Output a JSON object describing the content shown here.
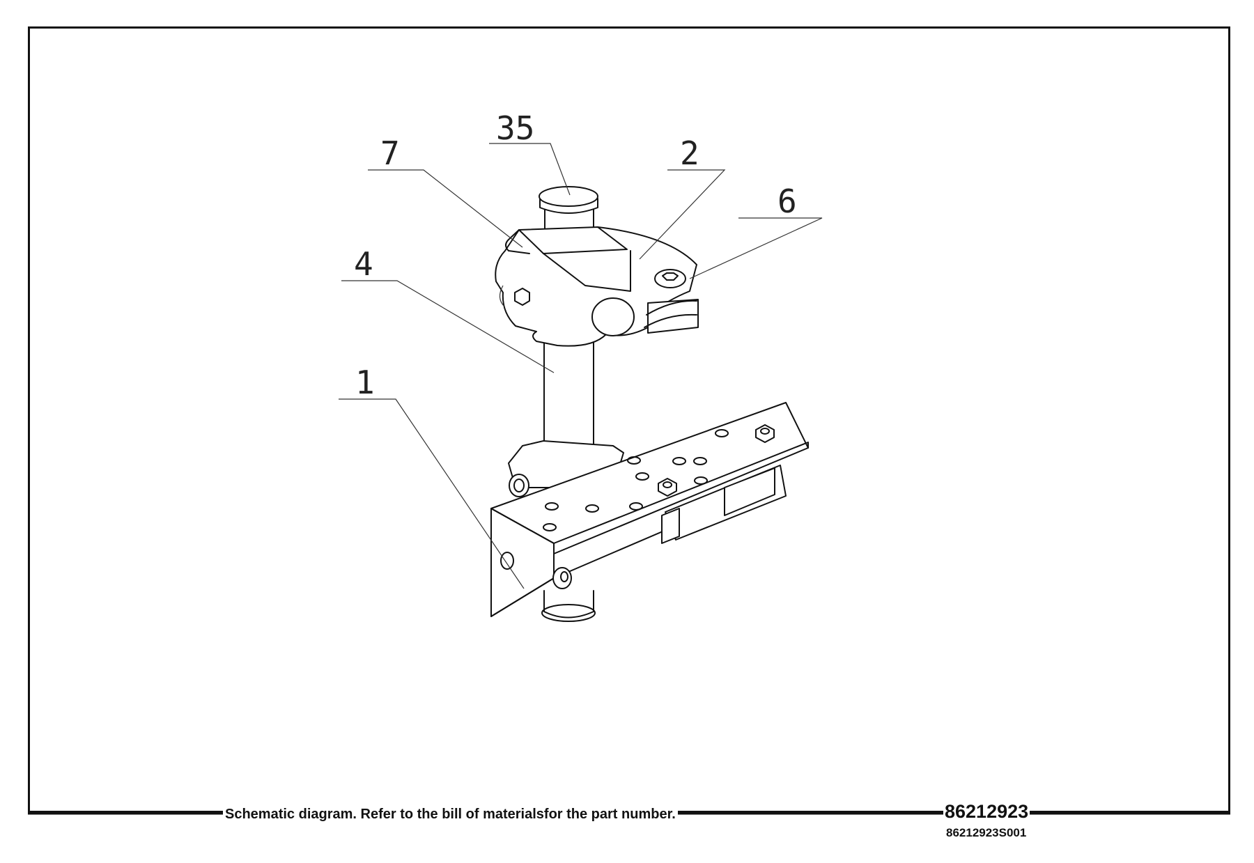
{
  "callouts": [
    {
      "label": "35"
    },
    {
      "label": "7"
    },
    {
      "label": "2"
    },
    {
      "label": "6"
    },
    {
      "label": "4"
    },
    {
      "label": "1"
    }
  ],
  "footer": {
    "note": "Schematic diagram. Refer to the bill of materialsfor the part number.",
    "drawing_number": "86212923",
    "sheet_id": "86212923S001"
  }
}
